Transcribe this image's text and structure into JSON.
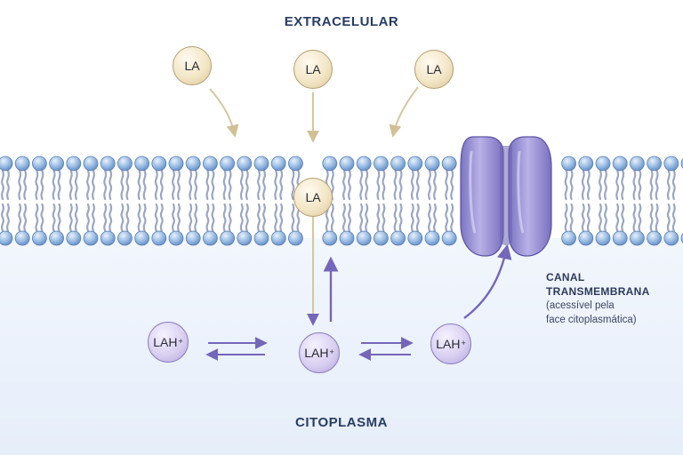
{
  "labels": {
    "extracellular": "EXTRACELULAR",
    "cytoplasm": "CITOPLASMA"
  },
  "molecules": {
    "neutral": "LA",
    "protonated_base": "LAH",
    "charge": "+"
  },
  "channel": {
    "title_line1": "CANAL",
    "title_line2": "TRANSMEMBRANA",
    "note_line1": "(acessível pela",
    "note_line2": "face citoplasmática)"
  },
  "colors": {
    "extracellular_bg": "#ffffff",
    "cytoplasm_bg": "#eaf1fb",
    "lipid_head": "#8fb3de",
    "lipid_tail": "#9aa6c2",
    "neutral_molecule": "#f3e6c6",
    "charged_molecule": "#d9d0f1",
    "channel_protein": "#8f86cf",
    "arrow_neutral": "#d6c6a0",
    "arrow_charged": "#7466b8"
  }
}
